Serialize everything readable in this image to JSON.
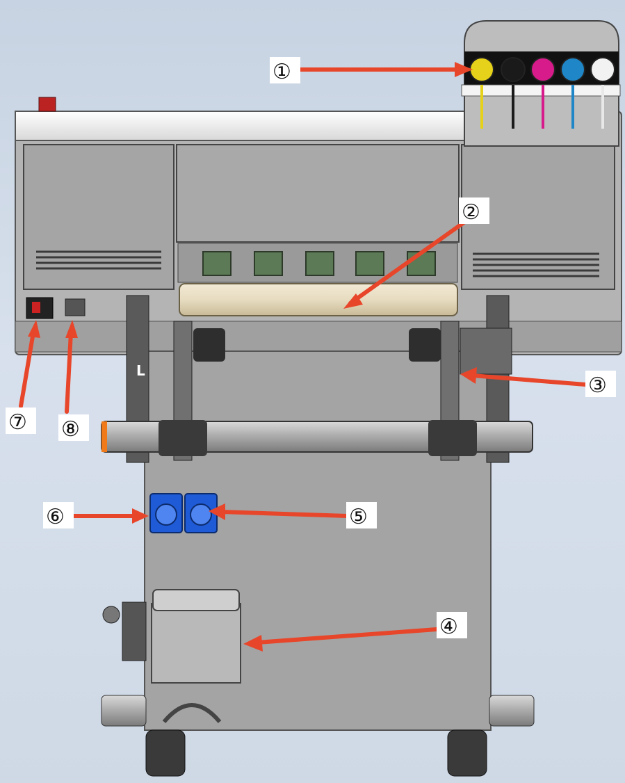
{
  "panel_letter": "L",
  "callouts": [
    {
      "id": "1",
      "label": "①"
    },
    {
      "id": "2",
      "label": "②"
    },
    {
      "id": "3",
      "label": "③"
    },
    {
      "id": "4",
      "label": "④"
    },
    {
      "id": "5",
      "label": "⑤"
    },
    {
      "id": "6",
      "label": "⑥"
    },
    {
      "id": "7",
      "label": "⑦"
    },
    {
      "id": "8",
      "label": "⑧"
    }
  ],
  "colors": {
    "arrow": "#e8462a",
    "ink_yellow": "#e6d21a",
    "ink_black": "#1a1a1a",
    "ink_magenta": "#d81b8a",
    "ink_cyan": "#1f86c7",
    "ink_white": "#f2f2f2",
    "socket_blue": "#1f5bd6"
  }
}
